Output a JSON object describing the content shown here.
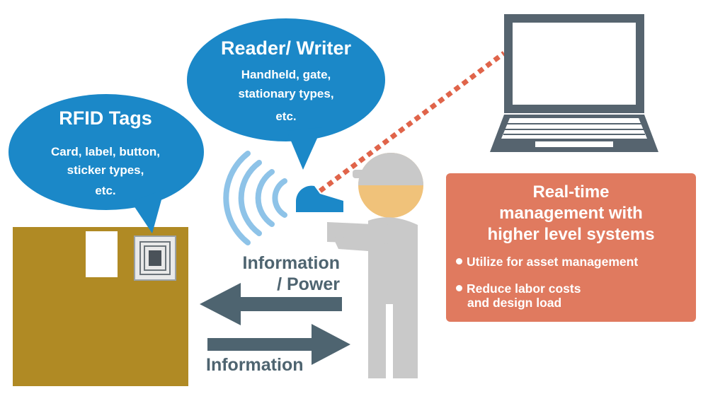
{
  "rfid": {
    "title": "RFID Tags",
    "line1": "Card, label, button,",
    "line2": "sticker types,",
    "line3": "etc."
  },
  "reader": {
    "title": "Reader/ Writer",
    "line1": "Handheld, gate,",
    "line2": "stationary types,",
    "line3": "etc."
  },
  "arrows": {
    "top_label_1": "Information",
    "top_label_2": "/ Power",
    "bottom_label": "Information"
  },
  "panel": {
    "title_1": "Real-time",
    "title_2": "management with",
    "title_3": "higher level systems",
    "bullet_1": "Utilize for asset management",
    "bullet_2a": "Reduce labor costs",
    "bullet_2b": "and design load"
  },
  "colors": {
    "bubble_blue": "#1b88c8",
    "box_gold": "#b08a24",
    "arrow_gray": "#4e6470",
    "panel_orange": "#e07a5f",
    "person_gray": "#c9c9c9",
    "face_tan": "#f0c27a",
    "laptop_dark": "#56646f",
    "wave_blue": "#8ec3e8",
    "link_red": "#e0644a"
  },
  "icons": [
    "rfid-tag-icon",
    "box-icon",
    "laptop-icon",
    "person-icon",
    "reader-device-icon",
    "signal-waves-icon"
  ]
}
